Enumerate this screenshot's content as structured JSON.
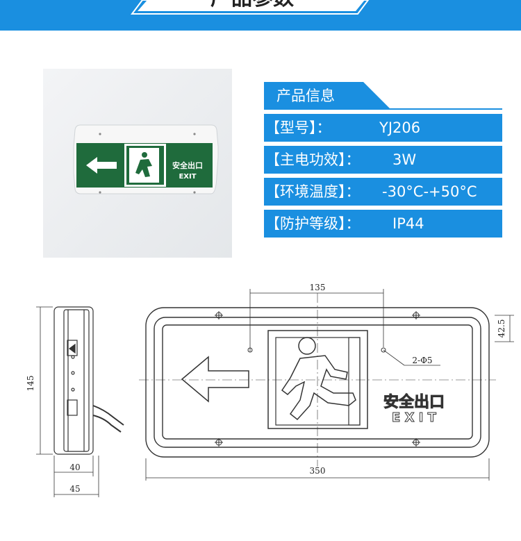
{
  "banner": {
    "title": "产品参数"
  },
  "product_photo": {
    "sign_text_cn": "安全出口",
    "sign_text_en": "EXIT"
  },
  "spec_table": {
    "header": "产品信息",
    "rows": [
      {
        "label": "【型号】：",
        "value": "YJ206"
      },
      {
        "label": "【主电功效】：",
        "value": "3W"
      },
      {
        "label": "【环境温度】：",
        "value": "-30°C-+50°C"
      },
      {
        "label": "【防护等级】：",
        "value": "IP44"
      }
    ]
  },
  "drawing": {
    "dim_top": "135",
    "dim_right": "42.5",
    "dim_left": "145",
    "dim_hole": "2-Φ5",
    "dim_bottom": "350",
    "dim_side_40": "40",
    "dim_side_45": "45",
    "sign_text_cn": "安全出口",
    "sign_text_en": "E X I T"
  },
  "colors": {
    "accent_blue": "#1a8fe0",
    "sign_green": "#1f6b3c"
  }
}
